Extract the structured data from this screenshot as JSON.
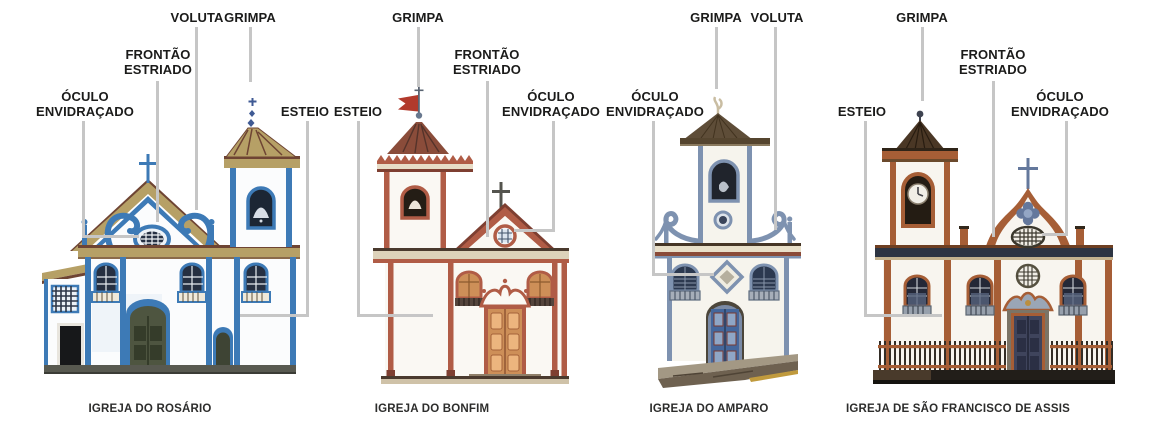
{
  "palette": {
    "line": "#c6c6c6",
    "ink": "#1b1b1a",
    "caption-ink": "#2d2d2c",
    "wall": "#fbfcfd",
    "opening": "#263042",
    "c1-trim": "#3d7ab6",
    "c1-roof": "#b6a066",
    "c1-roof-dark": "#6e4433",
    "c1-door": "#4e5540",
    "c2-trim": "#b05c46",
    "c2-trim-dark": "#7e3f31",
    "c2-roof": "#8a4c3a",
    "c2-door": "#cd8f58",
    "c2-wall": "#faf8f3",
    "c3-trim": "#7e92b0",
    "c3-roof": "#5e4d38",
    "c3-door": "#44679c",
    "c3-wall": "#f6f4ed",
    "c4-trim": "#a65e36",
    "c4-trim-dark": "#6e3f22",
    "c4-roof": "#4a3725",
    "c4-door": "#3f445c",
    "c4-wall": "#f8f5ef",
    "c4-slate": "#64789c"
  },
  "churches": [
    {
      "name": "IGREJA DO ROSÁRIO",
      "annotations": [
        {
          "term": "VOLUTA",
          "lines": [
            "VOLUTA"
          ]
        },
        {
          "term": "GRIMPA",
          "lines": [
            "GRIMPA"
          ]
        },
        {
          "term": "FRONTÃO ESTRIADO",
          "lines": [
            "FRONTÃO",
            "ESTRIADO"
          ]
        },
        {
          "term": "ÓCULO ENVIDRAÇADO",
          "lines": [
            "ÓCULO",
            "ENVIDRAÇADO"
          ]
        },
        {
          "term": "ESTEIO",
          "lines": [
            "ESTEIO"
          ]
        }
      ]
    },
    {
      "name": "IGREJA DO BONFIM",
      "annotations": [
        {
          "term": "ESTEIO",
          "lines": [
            "ESTEIO"
          ]
        },
        {
          "term": "GRIMPA",
          "lines": [
            "GRIMPA"
          ]
        },
        {
          "term": "FRONTÃO ESTRIADO",
          "lines": [
            "FRONTÃO",
            "ESTRIADO"
          ]
        },
        {
          "term": "ÓCULO ENVIDRAÇADO",
          "lines": [
            "ÓCULO",
            "ENVIDRAÇADO"
          ]
        }
      ]
    },
    {
      "name": "IGREJA DO AMPARO",
      "annotations": [
        {
          "term": "ÓCULO ENVIDRAÇADO",
          "lines": [
            "ÓCULO",
            "ENVIDRAÇADO"
          ]
        },
        {
          "term": "GRIMPA",
          "lines": [
            "GRIMPA"
          ]
        },
        {
          "term": "VOLUTA",
          "lines": [
            "VOLUTA"
          ]
        }
      ]
    },
    {
      "name": "IGREJA DE SÃO FRANCISCO DE ASSIS",
      "annotations": [
        {
          "term": "ESTEIO",
          "lines": [
            "ESTEIO"
          ]
        },
        {
          "term": "GRIMPA",
          "lines": [
            "GRIMPA"
          ]
        },
        {
          "term": "FRONTÃO ESTRIADO",
          "lines": [
            "FRONTÃO",
            "ESTRIADO"
          ]
        },
        {
          "term": "ÓCULO ENVIDRAÇADO",
          "lines": [
            "ÓCULO",
            "ENVIDRAÇADO"
          ]
        }
      ]
    }
  ]
}
